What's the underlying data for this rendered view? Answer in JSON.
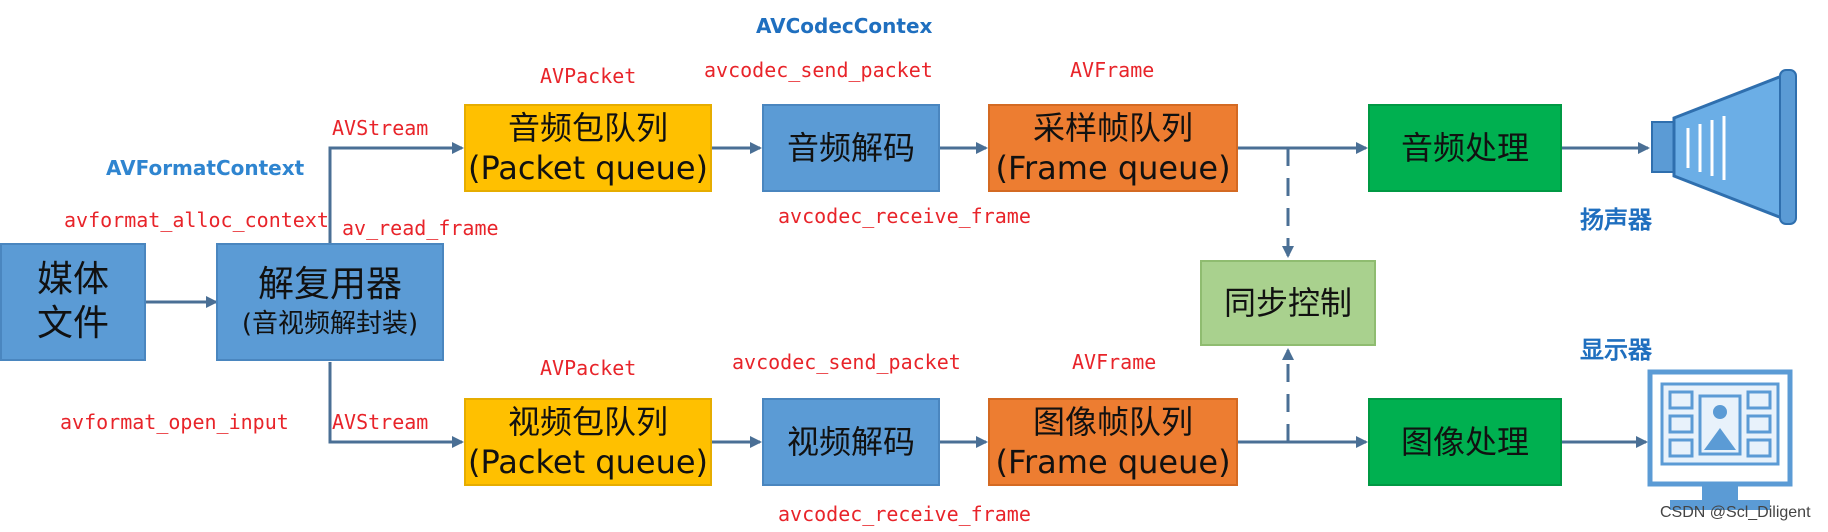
{
  "boxes": {
    "media_file": {
      "line1": "媒体",
      "line2": "文件"
    },
    "demuxer": {
      "line1": "解复用器",
      "line2": "(音视频解封装)"
    },
    "audio_packet_queue": {
      "line1": "音频包队列",
      "line2": "(Packet queue)"
    },
    "audio_decode": {
      "line1": "音频解码"
    },
    "audio_frame_queue": {
      "line1": "采样帧队列",
      "line2": "(Frame queue)"
    },
    "audio_process": {
      "line1": "音频处理"
    },
    "video_packet_queue": {
      "line1": "视频包队列",
      "line2": "(Packet queue)"
    },
    "video_decode": {
      "line1": "视频解码"
    },
    "video_frame_queue": {
      "line1": "图像帧队列",
      "line2": "(Frame queue)"
    },
    "video_process": {
      "line1": "图像处理"
    },
    "sync_control": {
      "line1": "同步控制"
    }
  },
  "labels": {
    "avformat_context": "AVFormatContext",
    "avformat_alloc_context": "avformat_alloc_context",
    "avformat_open_input": "avformat_open_input",
    "av_read_frame": "av_read_frame",
    "avstream_top": "AVStream",
    "avstream_bottom": "AVStream",
    "avpacket_top": "AVPacket",
    "avpacket_bottom": "AVPacket",
    "avcodec_context": "AVCodecContex",
    "avcodec_send_packet_top": "avcodec_send_packet",
    "avcodec_send_packet_bottom": "avcodec_send_packet",
    "avframe_top": "AVFrame",
    "avframe_bottom": "AVFrame",
    "avcodec_receive_frame_top": "avcodec_receive_frame",
    "avcodec_receive_frame_bottom": "avcodec_receive_frame",
    "speaker": "扬声器",
    "display": "显示器",
    "watermark": "CSDN @Scl_Diligent"
  },
  "icons": {
    "speaker": "speaker-icon",
    "monitor": "monitor-icon"
  },
  "colors": {
    "function_red": "#e8242a",
    "struct_blue": "#2f85d0",
    "device_blue": "#1f6fbf",
    "line": "#4a6f95"
  }
}
